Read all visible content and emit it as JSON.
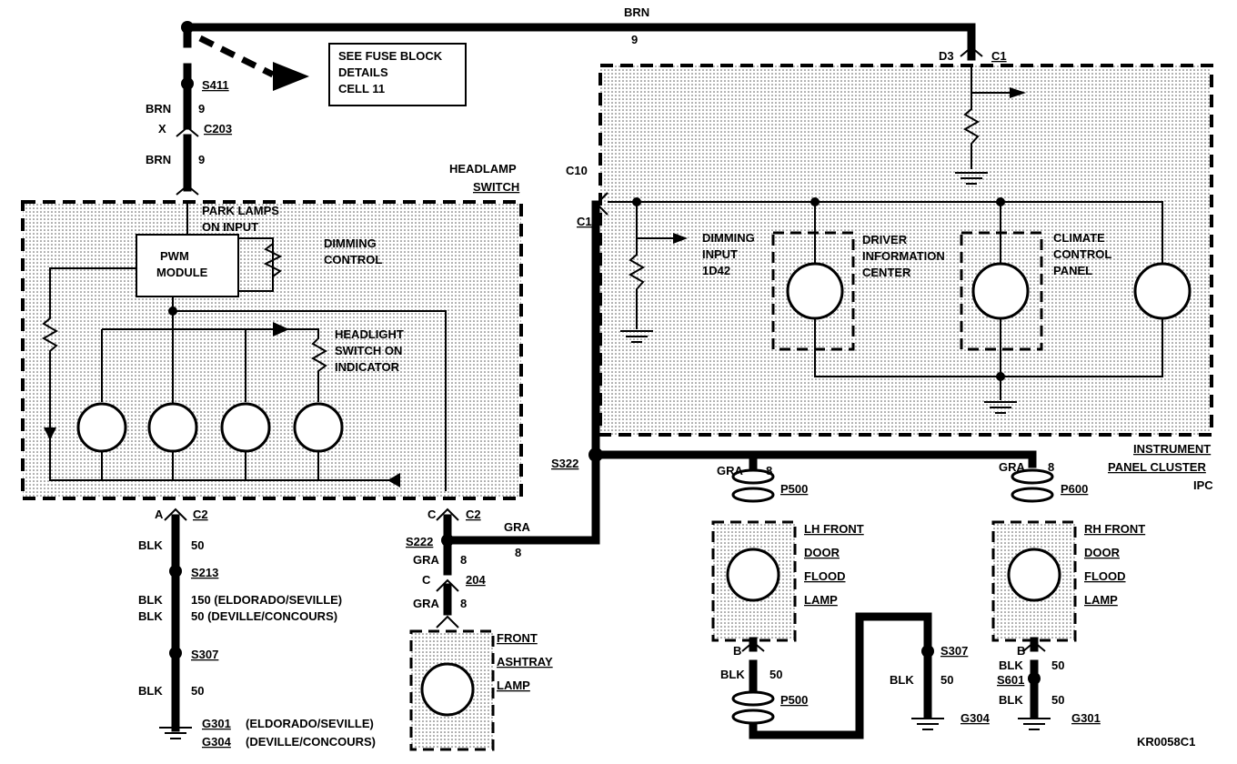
{
  "fuse_note": [
    "SEE FUSE BLOCK",
    "DETAILS",
    "CELL 11"
  ],
  "top_wire": {
    "color": "BRN",
    "gauge": "9"
  },
  "splices": {
    "s411": "S411",
    "s213": "S213",
    "s307_left": "S307",
    "s222": "S222",
    "s322": "S322",
    "s307_right": "S307",
    "s601": "S601"
  },
  "connectors": {
    "c203": "C203",
    "c203_pin": "X",
    "c2_left": "C2",
    "c2_left_pin": "A",
    "c2_right": "C2",
    "c2_right_pin": "C",
    "c204": "204",
    "c204_pin": "C",
    "c10": "C10",
    "c1_left": "C1",
    "d3": "D3",
    "c1_top": "C1",
    "p500_top": "P500",
    "p500_bottom": "P500",
    "p600": "P600",
    "pin_b1": "B",
    "pin_b2": "B"
  },
  "wire_labels": {
    "brn": "BRN",
    "nine": "9",
    "blk": "BLK",
    "fifty": "50",
    "gra": "GRA",
    "eight": "8",
    "blk150": "150 (ELDORADO/SEVILLE)",
    "blk50": "50 (DEVILLE/CONCOURS)"
  },
  "grounds": {
    "g301_left": "G301",
    "g301_left_note": "(ELDORADO/SEVILLE)",
    "g304_left": "G304",
    "g304_left_note": "(DEVILLE/CONCOURS)",
    "g304_right": "G304",
    "g301_right": "G301"
  },
  "headlamp_switch": {
    "title": [
      "HEADLAMP",
      "SWITCH"
    ],
    "park_lamps": [
      "PARK LAMPS",
      "ON INPUT"
    ],
    "pwm": [
      "PWM",
      "MODULE"
    ],
    "dimming": [
      "DIMMING",
      "CONTROL"
    ],
    "indicator": [
      "HEADLIGHT",
      "SWITCH ON",
      "INDICATOR"
    ]
  },
  "ipc": {
    "title": [
      "INSTRUMENT",
      "PANEL CLUSTER",
      "IPC"
    ],
    "dimming_input": [
      "DIMMING",
      "INPUT",
      "1D42"
    ],
    "dic": [
      "DRIVER",
      "INFORMATION",
      "CENTER"
    ],
    "climate": [
      "CLIMATE",
      "CONTROL",
      "PANEL"
    ]
  },
  "lamps": {
    "ashtray": [
      "FRONT",
      "ASHTRAY",
      "LAMP"
    ],
    "lh_door": [
      "LH FRONT",
      "DOOR",
      "FLOOD",
      "LAMP"
    ],
    "rh_door": [
      "RH FRONT",
      "DOOR",
      "FLOOD",
      "LAMP"
    ]
  },
  "figure_code": "KR0058C1"
}
